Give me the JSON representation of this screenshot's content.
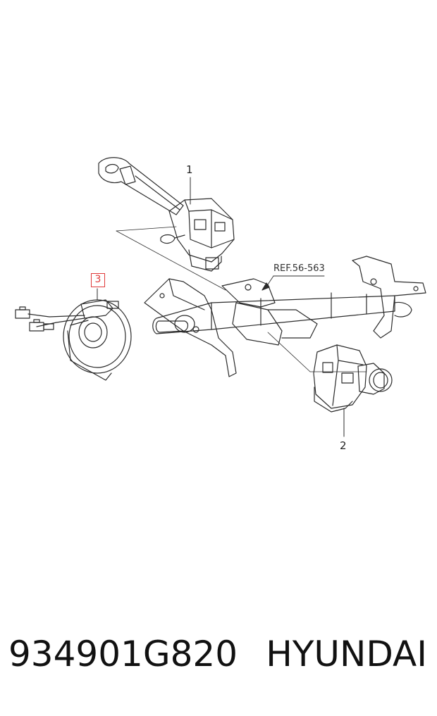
{
  "callouts": {
    "one": "1",
    "two": "2",
    "three": "3"
  },
  "reference": "REF.56-563",
  "footer": {
    "part_number": "934901G820",
    "brand": "HYUNDAI"
  },
  "colors": {
    "line": "#2b2b2b",
    "highlight": "#e03a3a",
    "background": "#ffffff"
  }
}
